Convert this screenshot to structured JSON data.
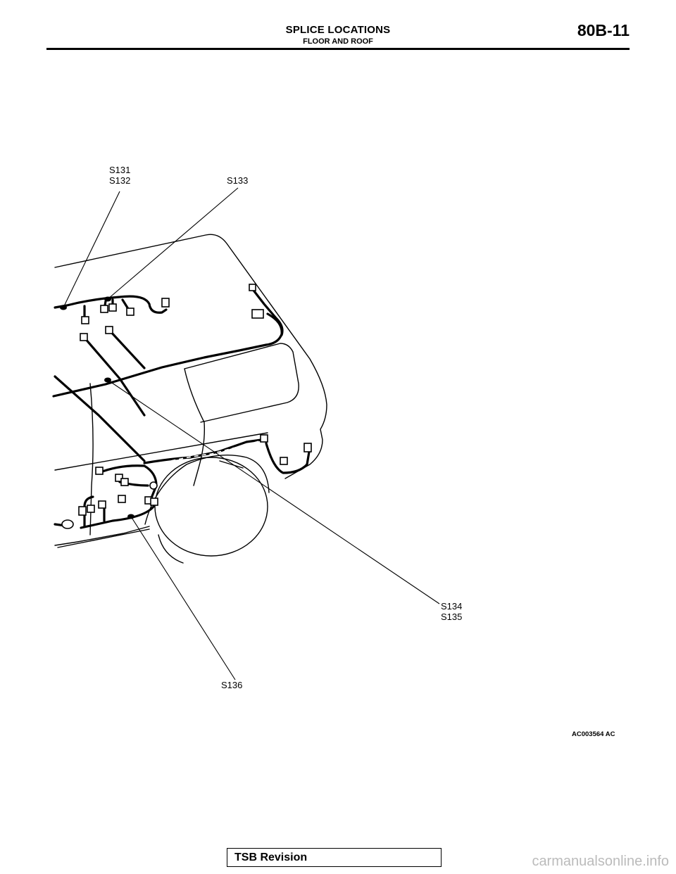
{
  "header": {
    "section_title": "SPLICE LOCATIONS",
    "subsection_title": "FLOOR AND ROOF",
    "page_number": "80B-11"
  },
  "diagram": {
    "callouts": {
      "s131": "S131",
      "s132": "S132",
      "s133": "S133",
      "s134": "S134",
      "s135": "S135",
      "s136": "S136"
    },
    "figure_id": "AC003564 AC"
  },
  "footer": {
    "tsb_label": "TSB Revision",
    "watermark": "carmanualsonline.info"
  }
}
